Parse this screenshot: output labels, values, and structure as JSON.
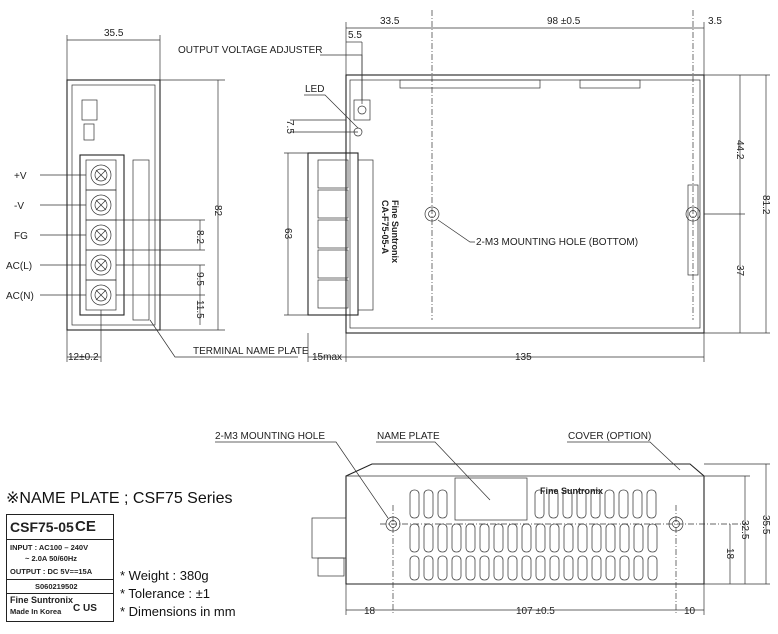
{
  "views": {
    "front": {
      "width_label": "35.5",
      "height_label": "82",
      "pitch_labels": [
        "8.2",
        "9.5",
        "11.5"
      ],
      "offset_label": "12±0.2",
      "terminals": [
        "+V",
        "-V",
        "FG",
        "AC(L)",
        "AC(N)"
      ]
    },
    "top": {
      "dim_top_left": "33.5",
      "dim_top_mid": "98 ±0.5",
      "dim_top_right": "3.5",
      "dim_adjuster": "5.5",
      "dim_led": "7.5",
      "dim_term_height": "63",
      "dim_right_upper": "44.2",
      "dim_right_total": "81.2",
      "dim_right_lower": "37",
      "dim_bottom_left": "15max",
      "dim_bottom_total": "135",
      "pcb_text": [
        "Fine Suntronix",
        "CA-F75-05-A"
      ]
    },
    "side": {
      "dim_bottom_left": "18",
      "dim_bottom_mid": "107 ±0.5",
      "dim_bottom_right": "10",
      "dim_height_total": "35.5",
      "dim_height_inner": "32.5",
      "dim_hole_height": "18",
      "brand": "Fine Suntronix"
    }
  },
  "callouts": {
    "output_voltage_adjuster": "OUTPUT VOLTAGE ADJUSTER",
    "led": "LED",
    "mounting_hole_bottom": "2-M3 MOUNTING HOLE (BOTTOM)",
    "terminal_name_plate": "TERMINAL NAME PLATE",
    "mounting_hole": "2-M3 MOUNTING HOLE",
    "name_plate": "NAME PLATE",
    "cover_option": "COVER (OPTION)"
  },
  "nameplate": {
    "title": "※NAME PLATE ; CSF75 Series",
    "model": "CSF75-05",
    "mark": "CE",
    "input_line1": "INPUT : AC100 – 240V",
    "input_line2": "~ 2.0A  50/60Hz",
    "output_line": "OUTPUT : DC 5V==15A",
    "serial": "S060219502",
    "maker": "Fine Suntronix",
    "origin": "Made In Korea",
    "cert": "C US"
  },
  "specs": {
    "weight": "* Weight : 380g",
    "tolerance": "* Tolerance : ±1",
    "units": "* Dimensions in mm"
  },
  "colors": {
    "line": "#222222",
    "background": "#ffffff"
  }
}
